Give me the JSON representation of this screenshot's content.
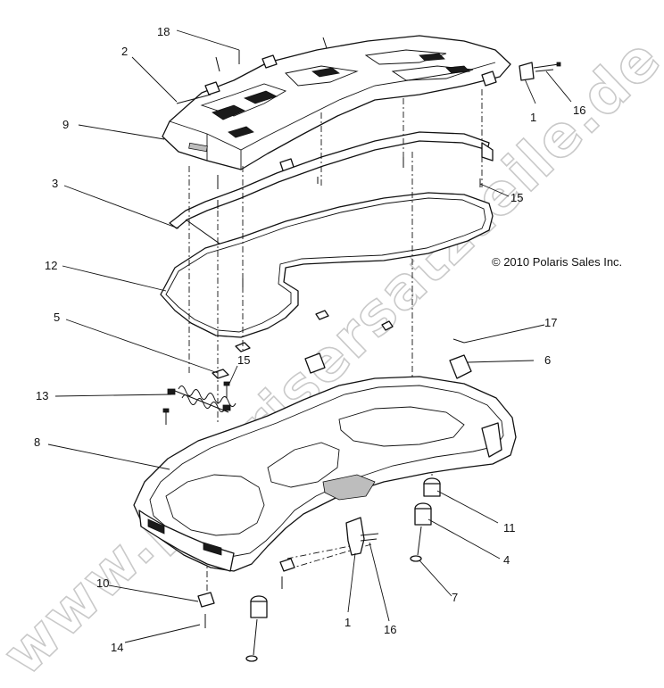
{
  "copyright": "© 2010 Polaris Sales Inc.",
  "watermark": "www.polarisersatzteile.de",
  "callouts": [
    {
      "id": "c18",
      "label": "18"
    },
    {
      "id": "c2",
      "label": "2"
    },
    {
      "id": "c9",
      "label": "9"
    },
    {
      "id": "c3",
      "label": "3"
    },
    {
      "id": "c12",
      "label": "12"
    },
    {
      "id": "c5",
      "label": "5"
    },
    {
      "id": "c13",
      "label": "13"
    },
    {
      "id": "c8",
      "label": "8"
    },
    {
      "id": "c10",
      "label": "10"
    },
    {
      "id": "c14",
      "label": "14"
    },
    {
      "id": "c1a",
      "label": "1"
    },
    {
      "id": "c16a",
      "label": "16"
    },
    {
      "id": "c15a",
      "label": "15"
    },
    {
      "id": "c15b",
      "label": "15"
    },
    {
      "id": "c17",
      "label": "17"
    },
    {
      "id": "c6",
      "label": "6"
    },
    {
      "id": "c11",
      "label": "11"
    },
    {
      "id": "c4",
      "label": "4"
    },
    {
      "id": "c7",
      "label": "7"
    },
    {
      "id": "c1b",
      "label": "1"
    },
    {
      "id": "c16b",
      "label": "16"
    }
  ]
}
